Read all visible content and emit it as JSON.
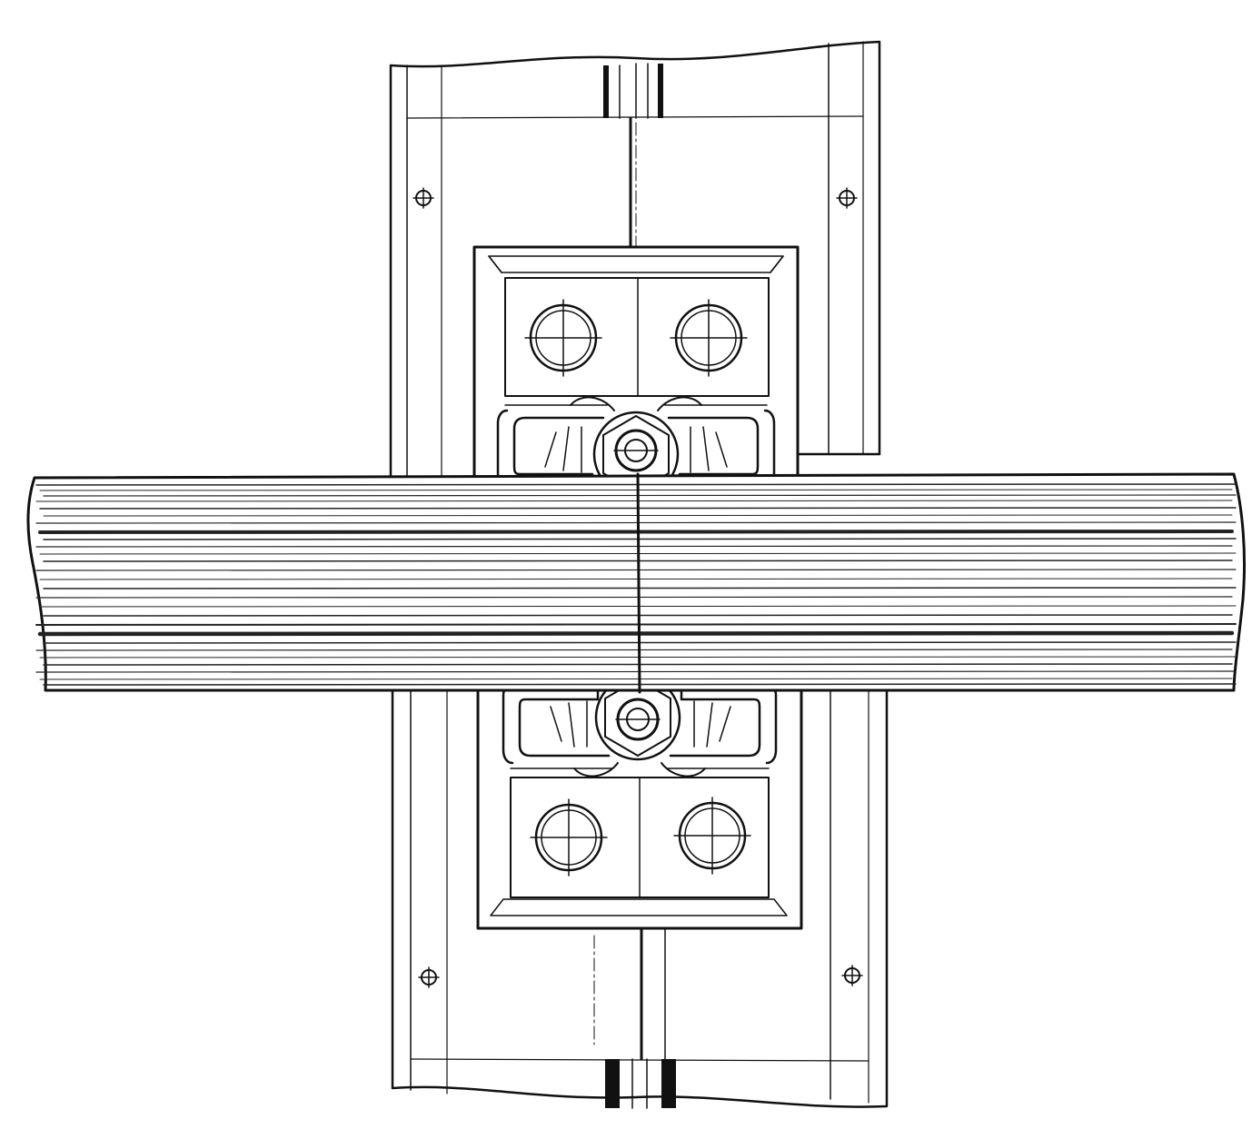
{
  "diagram": {
    "kind": "technical line drawing, top view",
    "texts": [],
    "colors": {
      "ink": "#111111",
      "paper": "#ffffff",
      "hatch": "#222222"
    },
    "parts": [
      {
        "name": "sleeper-upper",
        "count": 1
      },
      {
        "name": "sleeper-lower",
        "count": 1
      },
      {
        "name": "rail",
        "count": 1
      },
      {
        "name": "base-plate",
        "count": 2
      },
      {
        "name": "anchor-bolt",
        "count": 4
      },
      {
        "name": "spring-clip",
        "count": 2
      },
      {
        "name": "clip-nut",
        "count": 2
      },
      {
        "name": "locator-mark",
        "count": 4
      },
      {
        "name": "insulation-joint",
        "count": 2
      }
    ]
  }
}
